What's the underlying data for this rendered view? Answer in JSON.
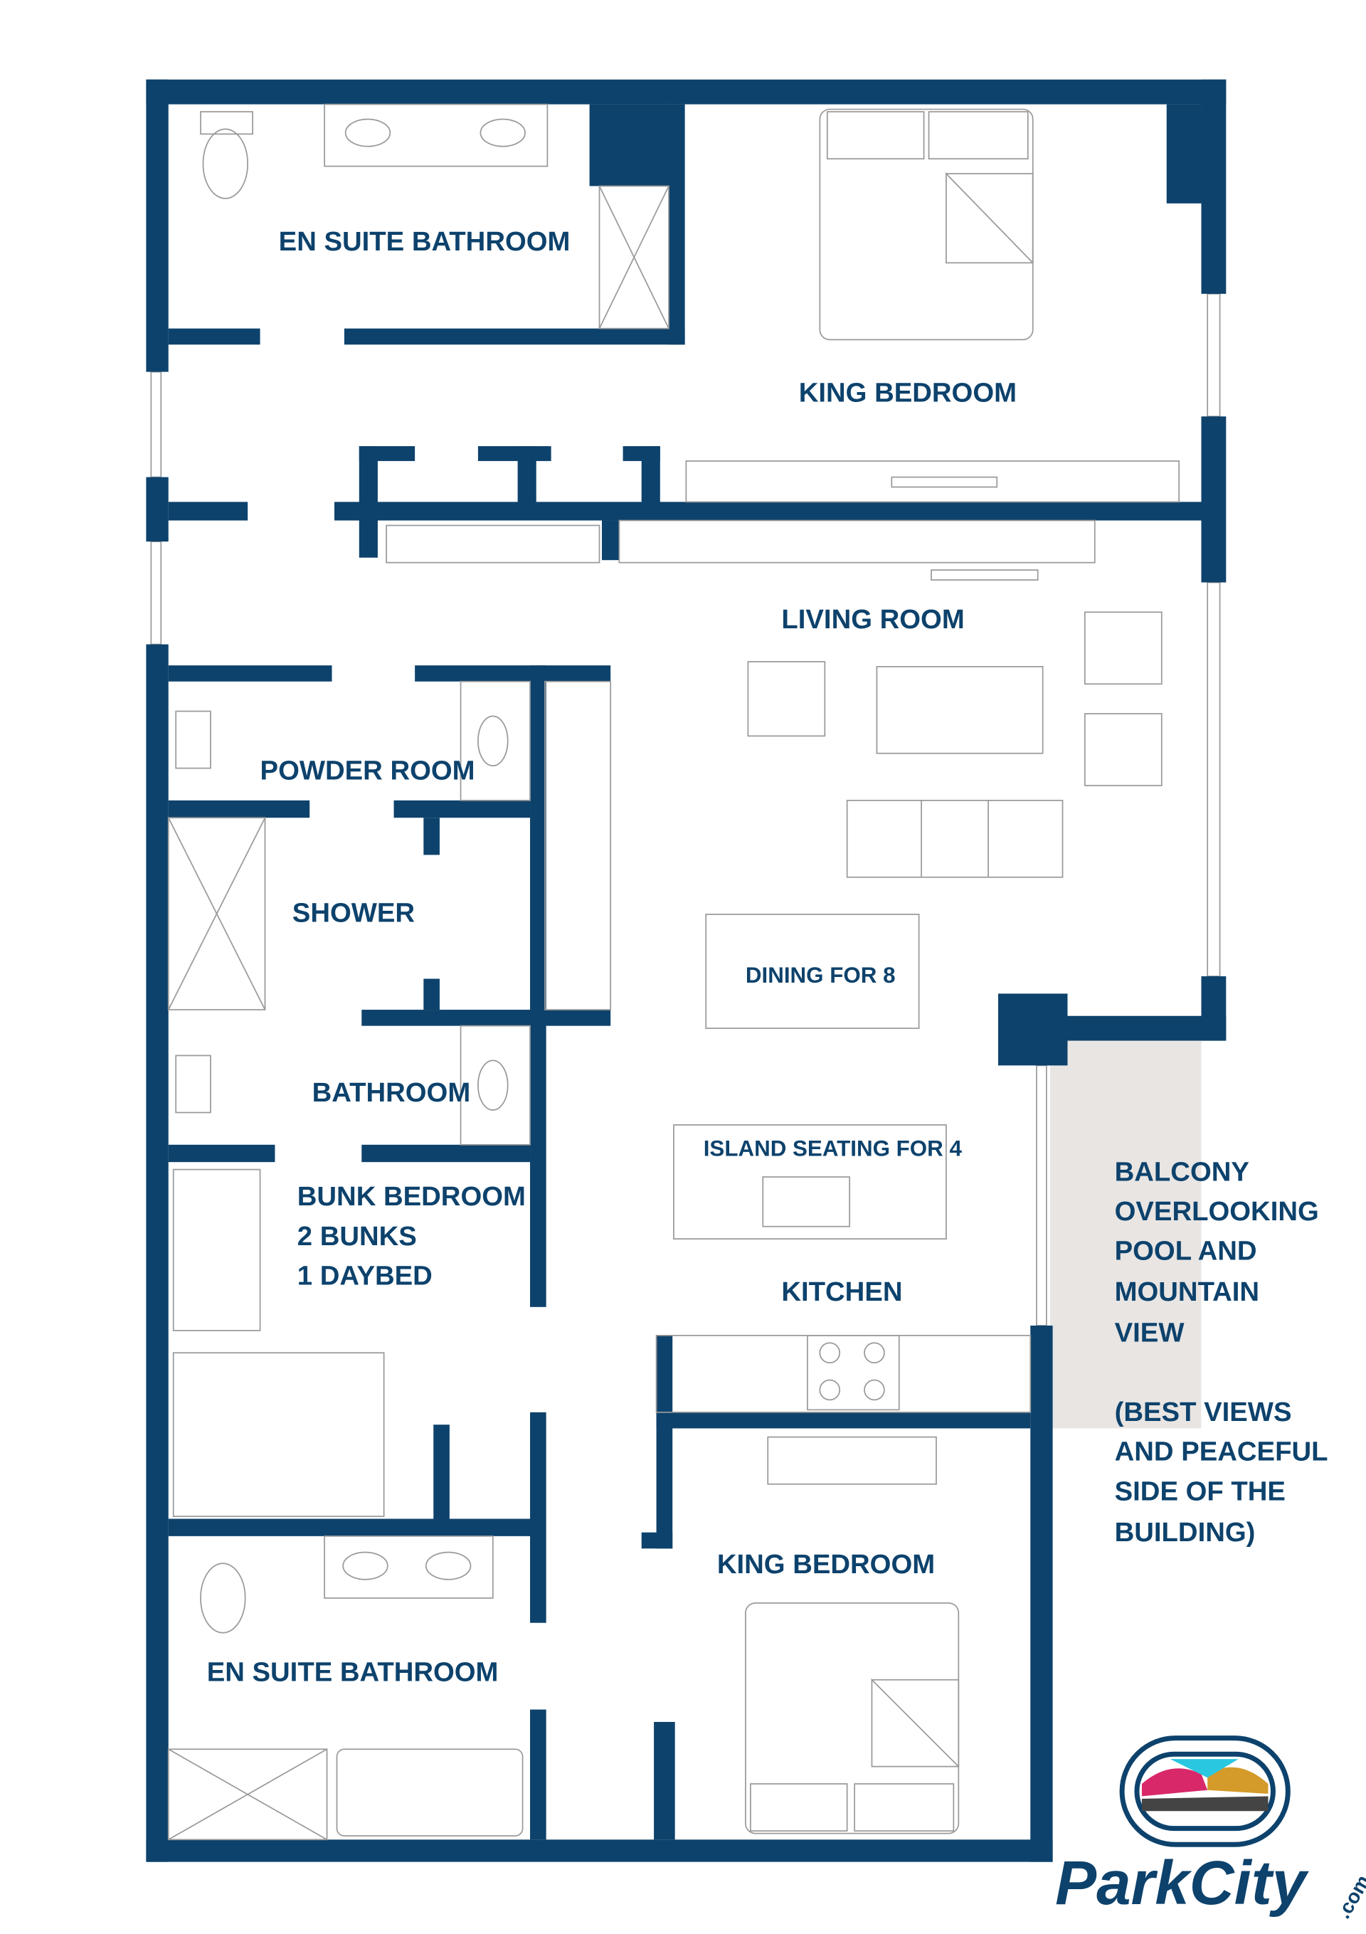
{
  "colors": {
    "wall": "#0d426c",
    "balcony": "#e8e5e3",
    "furniture": "#9a9a9a"
  },
  "rooms": {
    "ensuite_top": "EN SUITE BATHROOM",
    "king_top": "KING BEDROOM",
    "living": "LIVING ROOM",
    "powder": "POWDER ROOM",
    "shower": "SHOWER",
    "bathroom": "BATHROOM",
    "bunk_lines": [
      "BUNK BEDROOM",
      "2 BUNKS",
      "1 DAYBED"
    ],
    "dining": "DINING FOR 8",
    "island": "ISLAND SEATING FOR 4",
    "kitchen": "KITCHEN",
    "king_bottom": "KING BEDROOM",
    "ensuite_bottom": "EN SUITE BATHROOM"
  },
  "balcony_note": [
    "BALCONY",
    "OVERLOOKING",
    "POOL AND",
    "MOUNTAIN",
    "VIEW",
    "",
    "(BEST VIEWS",
    "AND PEACEFUL",
    "SIDE OF THE",
    "BUILDING)"
  ],
  "logo": {
    "wordmark": "ParkCity",
    "suffix": ".com"
  }
}
